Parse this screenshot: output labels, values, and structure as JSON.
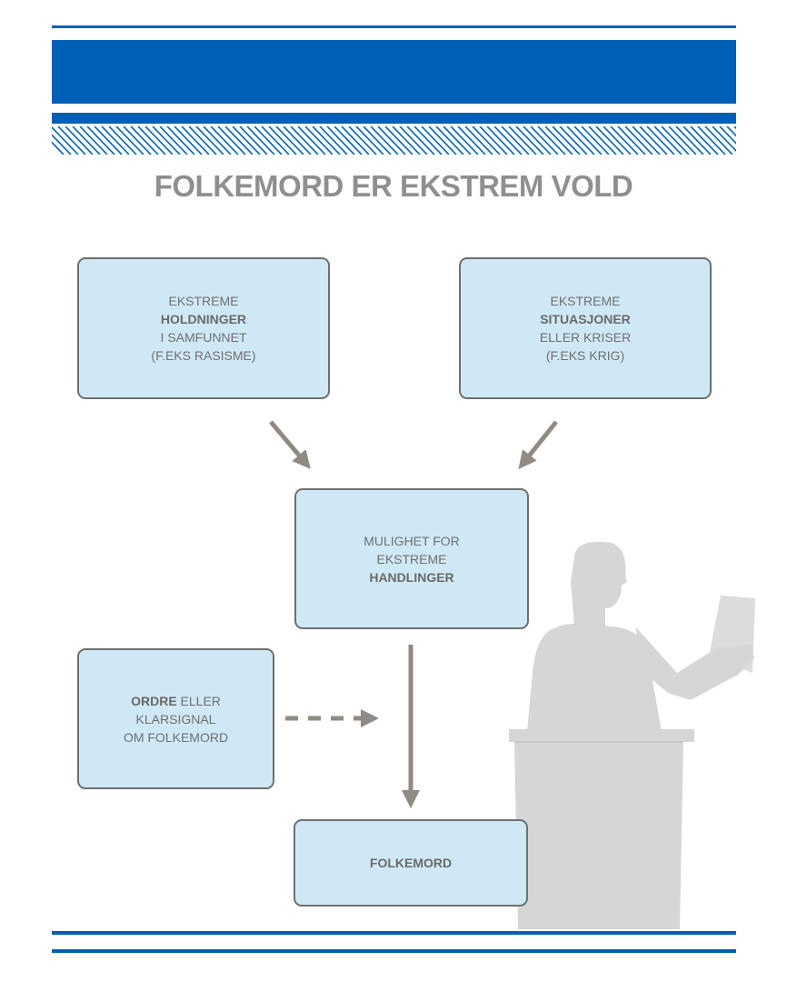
{
  "title": "FOLKEMORD ER EKSTREM VOLD",
  "colors": {
    "brand_blue": "#0060b5",
    "box_fill": "#cfe8f5",
    "box_border": "#6f6f6f",
    "arrow": "#8f8a84",
    "silhouette": "#d6d6d6",
    "title_text": "#8f8f8f"
  },
  "nodes": {
    "attitudes": {
      "l1": "EKSTREME",
      "l2": "HOLDNINGER",
      "l3": "I SAMFUNNET",
      "l4": "(F.EKS RASISME)"
    },
    "situations": {
      "l1": "EKSTREME",
      "l2": "SITUASJONER",
      "l3": "ELLER KRISER",
      "l4": "(F.EKS KRIG)"
    },
    "possibility": {
      "l1": "MULIGHET FOR",
      "l2": "EKSTREME",
      "l3": "HANDLINGER"
    },
    "order": {
      "bold": "ORDRE",
      "l1_rest": " ELLER",
      "l2": "KLARSIGNAL",
      "l3": "OM FOLKEMORD"
    },
    "genocide": {
      "l1": "FOLKEMORD"
    }
  },
  "illustration": {
    "icon": "speaker-at-podium-silhouette"
  }
}
